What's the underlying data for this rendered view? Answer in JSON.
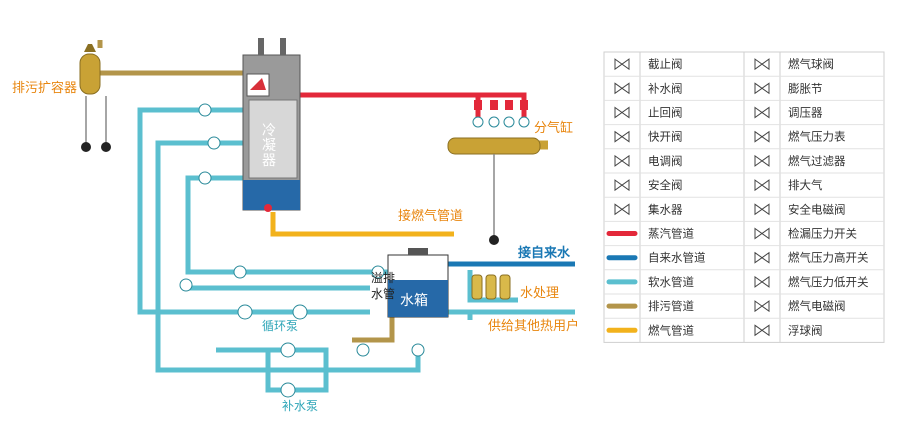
{
  "labels": {
    "sewage_expander": "排污扩容器",
    "condenser": "冷凝器",
    "steam_header": "分气缸",
    "gas_inlet": "接燃气管道",
    "tap_water_inlet": "接自来水",
    "water_tank": "水箱",
    "overflow_pipe": "溢排水管",
    "water_treatment": "水处理",
    "circulation_pump": "循环泵",
    "supply_users": "供给其他热用户",
    "makeup_pump": "补水泵"
  },
  "legend": [
    {
      "icon": "stop-valve-icon",
      "label": "截止阀"
    },
    {
      "icon": "gas-ball-valve-icon",
      "label": "燃气球阀"
    },
    {
      "icon": "makeup-valve-icon",
      "label": "补水阀"
    },
    {
      "icon": "expansion-joint-icon",
      "label": "膨胀节"
    },
    {
      "icon": "check-valve-icon",
      "label": "止回阀"
    },
    {
      "icon": "pressure-regulator-icon",
      "label": "调压器"
    },
    {
      "icon": "quick-open-valve-icon",
      "label": "快开阀"
    },
    {
      "icon": "gas-pressure-gauge-icon",
      "label": "燃气压力表"
    },
    {
      "icon": "electric-control-valve-icon",
      "label": "电调阀"
    },
    {
      "icon": "gas-filter-icon",
      "label": "燃气过滤器"
    },
    {
      "icon": "safety-valve-icon",
      "label": "安全阀"
    },
    {
      "icon": "vent-icon",
      "label": "排大气"
    },
    {
      "icon": "water-collector-icon",
      "label": "集水器"
    },
    {
      "icon": "safety-solenoid-valve-icon",
      "label": "安全电磁阀"
    },
    {
      "icon": "steam-pipe-line-icon",
      "label": "蒸汽管道",
      "color": "#e3283a"
    },
    {
      "icon": "leak-pressure-switch-icon",
      "label": "检漏压力开关"
    },
    {
      "icon": "tap-water-pipe-line-icon",
      "label": "自来水管道",
      "color": "#1a78b4"
    },
    {
      "icon": "gas-high-pressure-switch-icon",
      "label": "燃气压力高开关"
    },
    {
      "icon": "soft-water-pipe-line-icon",
      "label": "软水管道",
      "color": "#5bbfcf"
    },
    {
      "icon": "gas-low-pressure-switch-icon",
      "label": "燃气压力低开关"
    },
    {
      "icon": "drain-pipe-line-icon",
      "label": "排污管道",
      "color": "#b3954a"
    },
    {
      "icon": "gas-solenoid-valve-icon",
      "label": "燃气电磁阀"
    },
    {
      "icon": "gas-pipe-line-icon",
      "label": "燃气管道",
      "color": "#f2b21c"
    },
    {
      "icon": "float-valve-icon",
      "label": "浮球阀"
    }
  ],
  "colors": {
    "steam": "#e3283a",
    "tap_water": "#1a78b4",
    "soft_water": "#5bbfcf",
    "drain": "#b3954a",
    "gas": "#f2b21c",
    "label_orange": "#e8860f"
  }
}
